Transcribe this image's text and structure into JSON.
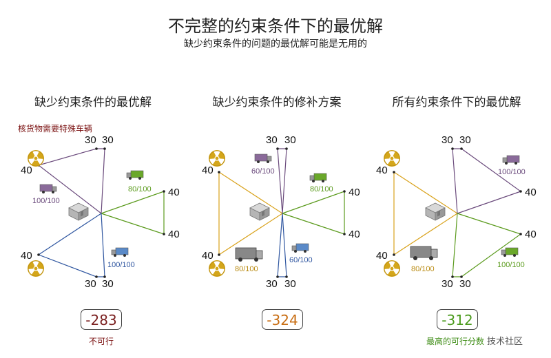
{
  "title": "不完整的约束条件下的最优解",
  "subtitle": "缺少约束条件的问题的最优解可能是无用的",
  "colors": {
    "purple": "#6a4a7c",
    "green": "#5a9a1c",
    "blue": "#2f56a0",
    "orange": "#d9a21b",
    "red_score": "#7a1f1f",
    "orange_score": "#c86d12",
    "green_score": "#4a9a1c",
    "note_red": "#7a1010",
    "hazard": "#d4a61a"
  },
  "panels": [
    {
      "title": "缺少约束条件的最优解",
      "top_note": "核货物需要特殊车辆",
      "score": "-283",
      "bottom_note": "不可行",
      "node_labels": [
        "30",
        "30",
        "40",
        "40",
        "40",
        "40",
        "30",
        "30"
      ],
      "truck_labels": [
        "80/100",
        "100/100",
        "100/100"
      ]
    },
    {
      "title": "缺少约束条件的修补方案",
      "score": "-324",
      "node_labels": [
        "30",
        "30",
        "40",
        "40",
        "40",
        "40",
        "30",
        "30"
      ],
      "truck_labels": [
        "60/100",
        "80/100",
        "80/100",
        "60/100"
      ]
    },
    {
      "title": "所有约束条件下的最优解",
      "score": "-312",
      "bottom_note": "最高的可行分数",
      "node_labels": [
        "30",
        "30",
        "40",
        "40",
        "40",
        "40",
        "30",
        "30"
      ],
      "truck_labels": [
        "100/100",
        "80/100",
        "100/100"
      ]
    }
  ],
  "watermark": "技术社区",
  "icons": [
    "radiation-hazard-icon",
    "depot-building-icon",
    "truck-icon"
  ]
}
